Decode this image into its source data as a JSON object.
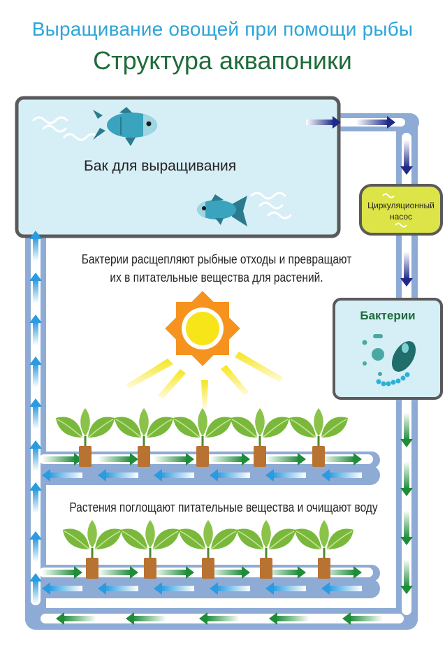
{
  "header": {
    "subtitle": "Выращивание овощей при помощи рыбы",
    "title": "Структура аквапоники"
  },
  "tank": {
    "label": "Бак для выращивания"
  },
  "pump": {
    "line1": "Циркуляционный",
    "line2": "насос"
  },
  "bacteria": {
    "label": "Бактерии"
  },
  "captions": {
    "bacteria_process_line1": "Бактерии расщепляют рыбные отходы и превращают",
    "bacteria_process_line2": "их в питательные вещества для растений.",
    "plants_process": "Растения поглощают питательные вещества и очищают воду"
  },
  "colors": {
    "title_green": "#1f6b3b",
    "subtitle_blue": "#2ea5d8",
    "pipe": "#8eabd6",
    "tank_fill": "#d6eef6",
    "pump_fill": "#dde447",
    "arrow_navy": "#1f2a86",
    "arrow_green": "#1f8c3a",
    "arrow_blue": "#2b9be0",
    "sun": "#f6921e",
    "leaf": "#7ab83b",
    "pot": "#b87333"
  }
}
